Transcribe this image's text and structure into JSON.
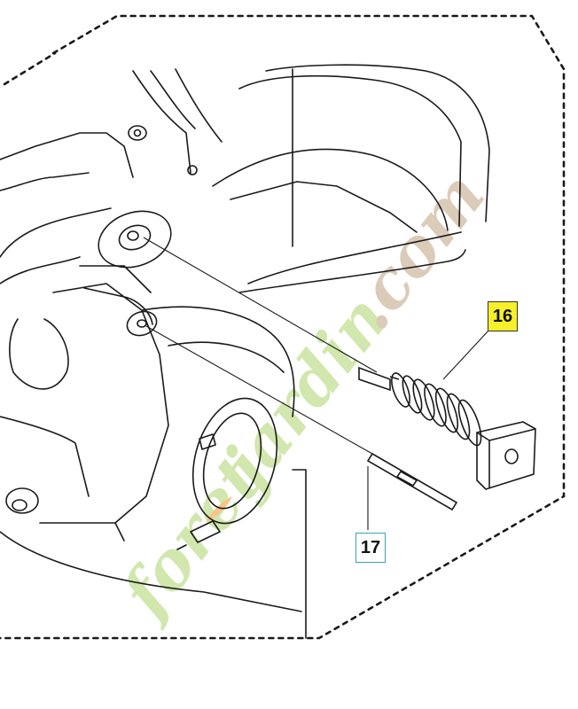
{
  "callouts": [
    {
      "id": "16",
      "label": "16",
      "box_color": "#f7f02a",
      "border_color": "#333333"
    },
    {
      "id": "17",
      "label": "17",
      "box_color": "#ffffff",
      "border_color": "#3aa6b5"
    }
  ],
  "watermark": {
    "text": "foretjardin.com",
    "colors": {
      "green": "#cde5a6",
      "orange": "#f5c07e",
      "brown": "#d8c6b2"
    }
  },
  "colors": {
    "line": "#1a1a1a",
    "dash": "#1a1a1a",
    "background": "#ffffff"
  }
}
